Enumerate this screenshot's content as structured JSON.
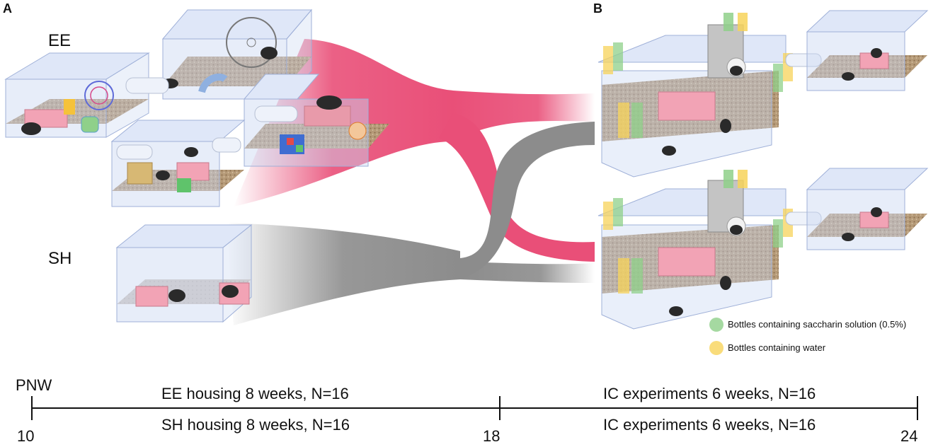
{
  "panels": {
    "a": "A",
    "b": "B"
  },
  "groups": {
    "ee": "EE",
    "sh": "SH"
  },
  "legend": [
    {
      "label": "Bottles containing saccharin solution (0.5%)",
      "color": "#8fd08a"
    },
    {
      "label": "Bottles containing water",
      "color": "#f7d35a"
    }
  ],
  "timeline": {
    "unit": "PNW",
    "ticks": [
      "10",
      "18",
      "24"
    ],
    "segments": [
      {
        "top": "EE housing 8 weeks, N=16",
        "bottom": "SH housing 8 weeks, N=16"
      },
      {
        "top": "IC experiments 6 weeks, N=16",
        "bottom": "IC experiments 6 weeks, N=16"
      }
    ]
  },
  "colors": {
    "ee_flow": "#e94f78",
    "sh_flow": "#8c8c8c",
    "cage_glass": "#c9d6f2",
    "bedding": "#b59a78"
  }
}
